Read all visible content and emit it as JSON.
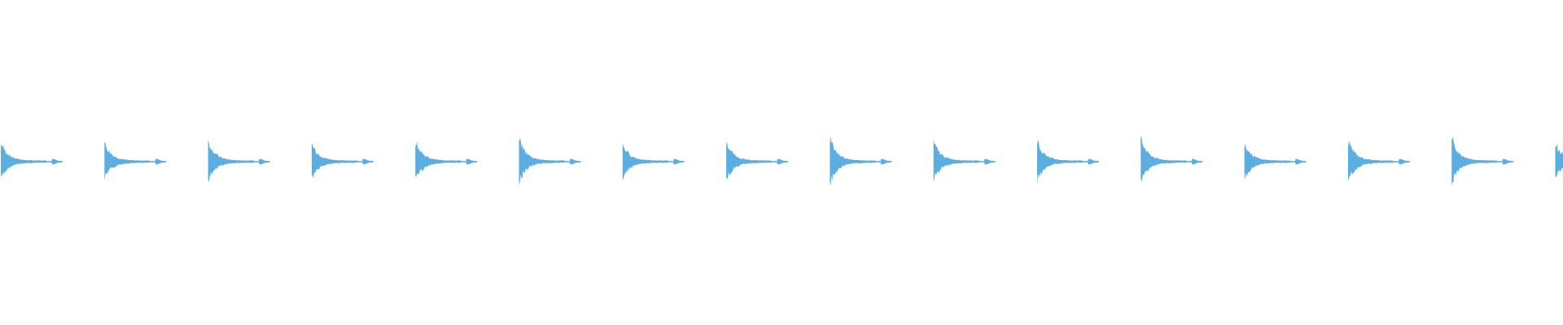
{
  "waveform": {
    "color": "#5aaee2",
    "pattern": "repeating-percussive-hits",
    "hit_count": 16,
    "hits_visible_in_full": 15,
    "last_hit_partial": true,
    "structure_per_hit": [
      "main-transient-with-decay",
      "small-secondary-blip"
    ]
  }
}
